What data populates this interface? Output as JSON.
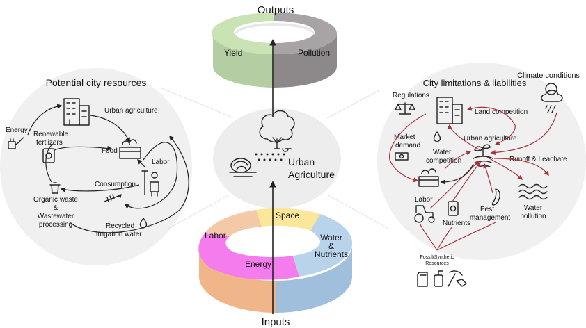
{
  "center": {
    "title_line1": "Urban",
    "title_line2": "Agriculture"
  },
  "outputs": {
    "title": "Outputs",
    "yield": "Yield",
    "pollution": "Pollution"
  },
  "inputs": {
    "title": "Inputs",
    "labor": "Labor",
    "space": "Space",
    "water_line1": "Water",
    "water_amp": "&",
    "water_line2": "Nutrients",
    "energy": "Energy"
  },
  "left": {
    "title": "Potential city resources",
    "urban_agriculture": "Urban agriculture",
    "energy": "Energy",
    "renewable_line1": "Renewable",
    "renewable_line2": "fertlizers",
    "food": "Food",
    "labor": "Labor",
    "consumption": "Consumption",
    "organic_line1": "Organic waste",
    "organic_amp": "&",
    "organic_line2": "Wastewater",
    "organic_line3": "processing",
    "recycled_line1": "Recycled",
    "recycled_line2": "irrigation water"
  },
  "right": {
    "title": "City limitations & liabilities",
    "climate": "Climate conditions",
    "regulations": "Regulations",
    "land_competition": "Land competition",
    "market_line1": "Market",
    "market_line2": "demand",
    "urban_agriculture": "Urban agriculture",
    "water_comp_line1": "Water",
    "water_comp_line2": "competition",
    "runoff": "Runoff & Leachate",
    "labor": "Labor",
    "nutrients": "Nutrients",
    "pest_line1": "Pest",
    "pest_line2": "management",
    "water_poll_line1": "Water",
    "water_poll_line2": "pollution",
    "fossil_line1": "Fossil/Synthetic",
    "fossil_line2": "Resources"
  },
  "colors": {
    "yield": "#c9e3b4",
    "pollution": "#a8a4a6",
    "labor": "#f4c9a7",
    "space": "#fbe79a",
    "water": "#b9d3ea",
    "energy": "#f57ced",
    "panel": "#f0f0f0",
    "arrow_red": "#a8323a"
  },
  "icons": [
    "building-icon",
    "tree-icon",
    "cabbage-icon",
    "cloud-rain-icon",
    "scale-icon",
    "basket-icon",
    "tractor-icon",
    "fertilizer-bag-icon",
    "pepper-icon",
    "waves-icon",
    "sprout-icon",
    "trash-icon",
    "farmer-icon",
    "fishbone-icon",
    "drop-icon",
    "plug-icon",
    "money-icon",
    "canister-icon",
    "sprayer-icon",
    "pickaxe-icon"
  ]
}
